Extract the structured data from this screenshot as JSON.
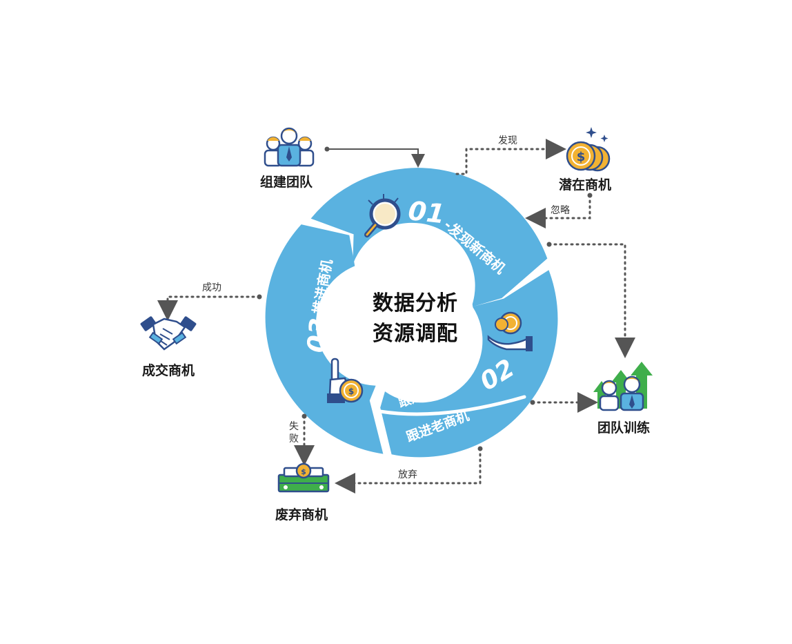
{
  "center": {
    "line1": "数据分析",
    "line2": "资源调配"
  },
  "segments": {
    "s1": {
      "number": "01",
      "label": "-发现新商机"
    },
    "s2": {
      "number": "02",
      "label_inner": "跟进新商机",
      "label_outer": "跟进老商机"
    },
    "s3": {
      "number": "03",
      "label": "-推进商机"
    }
  },
  "nodes": {
    "team_build": "组建团队",
    "potential": "潜在商机",
    "deal": "成交商机",
    "training": "团队训练",
    "abandoned": "废弃商机"
  },
  "edges": {
    "discover": "发现",
    "ignore": "忽略",
    "success": "成功",
    "fail": "失败",
    "abandon": "放弃"
  },
  "colors": {
    "ring_blue": "#5ab2e0",
    "icon_navy": "#2f4e8c",
    "icon_gold": "#f2b233",
    "icon_green": "#3fae4b",
    "arrow_gray": "#555555"
  }
}
